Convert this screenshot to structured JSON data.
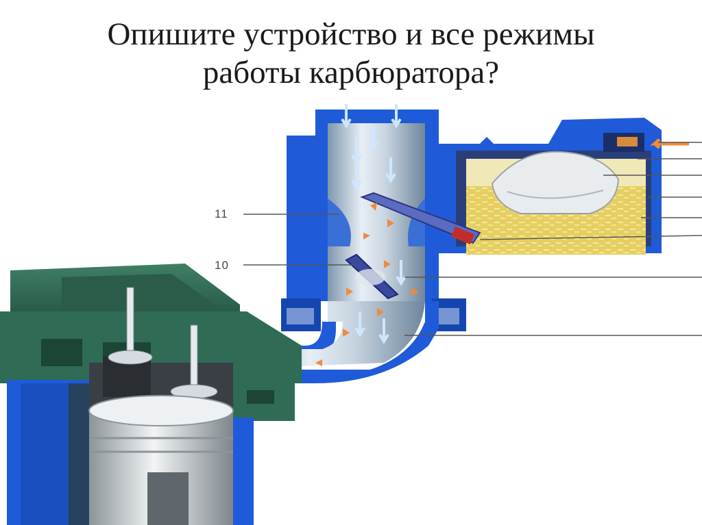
{
  "title": {
    "line1": "Опишите  устройство и все режимы",
    "line2": "работы карбюратора?"
  },
  "labels": {
    "callout_11": "11",
    "callout_10": "10"
  },
  "colors": {
    "housing_blue": "#1f5bd8",
    "housing_dark": "#1546b0",
    "engine_green": "#2f6b55",
    "engine_green_dark": "#1f4d3c",
    "fuel_yellow": "#e8d26a",
    "air_arrow": "#cfe6ff",
    "mixture_arrow": "#f08a3c",
    "pipe_gray": "#b9c9d8"
  }
}
